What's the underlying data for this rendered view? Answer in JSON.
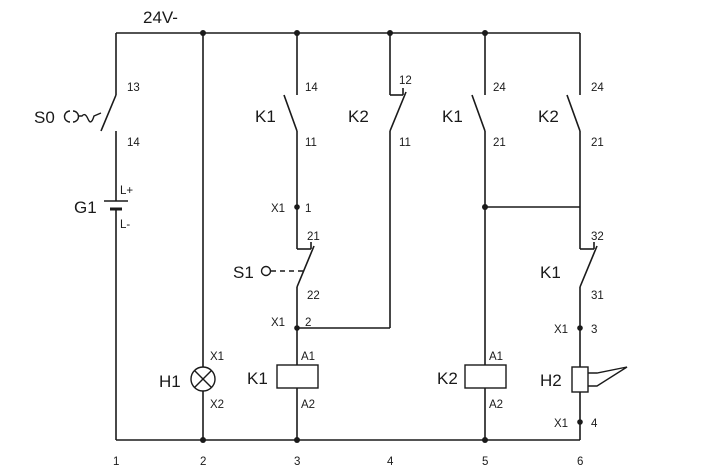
{
  "supply_label": "24V-",
  "columns": [
    "1",
    "2",
    "3",
    "4",
    "5",
    "6"
  ],
  "col1": {
    "switch_tag": "S0",
    "switch_top": "13",
    "switch_bottom": "14",
    "battery_tag": "G1",
    "battery_plus": "L+",
    "battery_minus": "L-"
  },
  "col2": {
    "lamp_tag": "H1",
    "lamp_top": "X1",
    "lamp_bottom": "X2"
  },
  "col3": {
    "contact_tag": "K1",
    "contact_top": "14",
    "contact_bottom": "11",
    "terminal1_tag": "X1",
    "terminal1_num": "1",
    "button_tag": "S1",
    "button_top": "21",
    "button_bottom": "22",
    "terminal2_tag": "X1",
    "terminal2_num": "2",
    "coil_tag": "K1",
    "coil_top": "A1",
    "coil_bottom": "A2"
  },
  "col4": {
    "contact_tag": "K2",
    "contact_top": "12",
    "contact_bottom": "11"
  },
  "col5": {
    "contact_tag": "K1",
    "contact_top": "24",
    "contact_bottom": "21",
    "coil_tag": "K2",
    "coil_top": "A1",
    "coil_bottom": "A2"
  },
  "col6": {
    "contact_tag": "K2",
    "contact_top": "24",
    "contact_bottom": "21",
    "nc_tag": "K1",
    "nc_top": "32",
    "nc_bottom": "31",
    "terminal3_tag": "X1",
    "terminal3_num": "3",
    "horn_tag": "H2",
    "terminal4_tag": "X1",
    "terminal4_num": "4"
  }
}
